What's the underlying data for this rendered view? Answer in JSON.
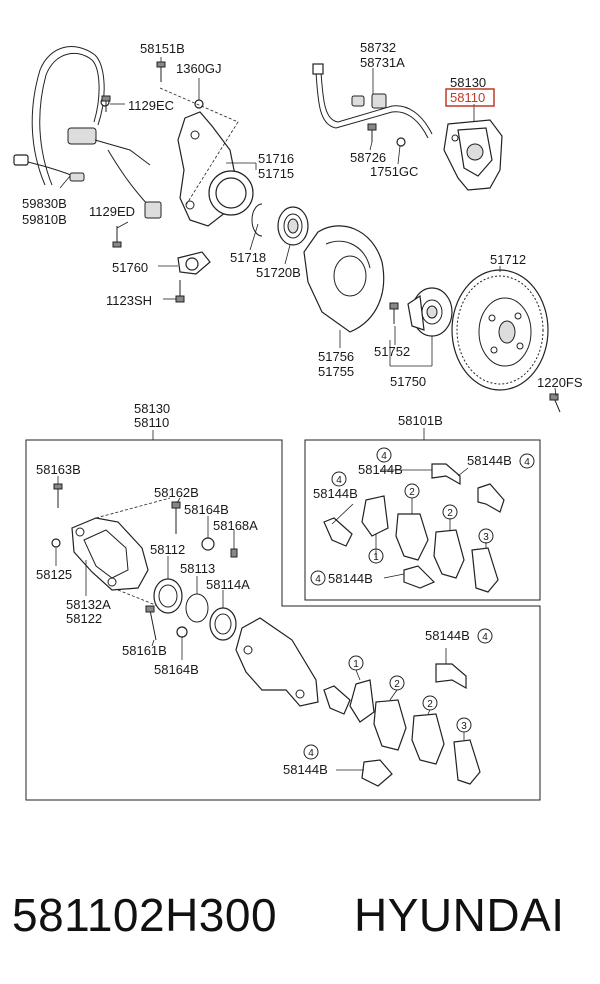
{
  "labels": {
    "c58151b": "58151B",
    "c1360gj": "1360GJ",
    "c1129ec": "1129EC",
    "c59830b": "59830B",
    "c59810b": "59810B",
    "c1129ed": "1129ED",
    "c51716": "51716",
    "c51715": "51715",
    "c51760": "51760",
    "c1123sh": "1123SH",
    "c51718": "51718",
    "c51720b": "51720B",
    "c58732": "58732",
    "c58731a": "58731A",
    "c58726": "58726",
    "c1751gc": "1751GC",
    "c58130": "58130",
    "c58110": "58110",
    "c51712": "51712",
    "c51756": "51756",
    "c51755": "51755",
    "c51752": "51752",
    "c51750": "51750",
    "c1220fs": "1220FS",
    "d58130": "58130",
    "d58110": "58110",
    "d58101b": "58101B",
    "d58163b": "58163B",
    "d58162b": "58162B",
    "d58164b_a": "58164B",
    "d58168a": "58168A",
    "d58112": "58112",
    "d58113": "58113",
    "d58114a": "58114A",
    "d58125": "58125",
    "d58132a": "58132A",
    "d58122": "58122",
    "d58161b": "58161B",
    "d58164b_b": "58164B",
    "k58144b_1": "58144B",
    "k58144b_2": "58144B",
    "k58144b_3": "58144B",
    "k58144b_4": "58144B",
    "k58144b_5": "58144B",
    "k58144b_6": "58144B"
  },
  "callouts": {
    "n1": "1",
    "n2": "2",
    "n3": "3",
    "n4": "4"
  },
  "footer": {
    "part_number": "581102H300",
    "brand": "HYUNDAI"
  },
  "colors": {
    "highlight": "#c0392b"
  }
}
